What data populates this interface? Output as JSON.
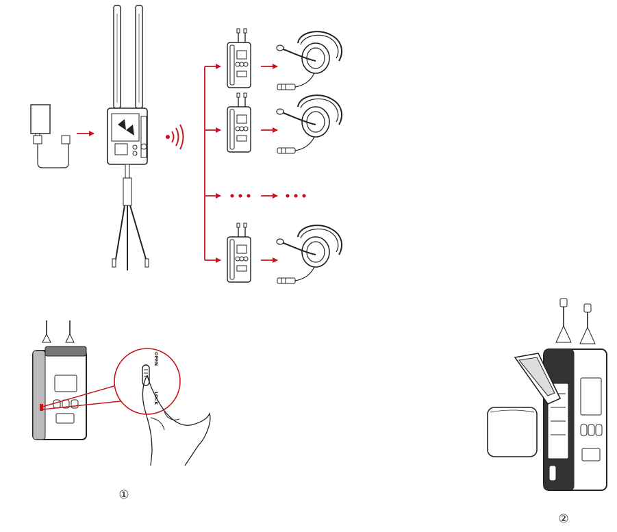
{
  "diagram": {
    "accent_color": "#c4161c",
    "line_color": "#222222",
    "lock_labels": {
      "open": "OPEN",
      "lock": "LOCK"
    },
    "step_markers": {
      "step1": "①",
      "step2": "②"
    },
    "icons": [
      "power-adapter-icon",
      "base-station-icon",
      "tripod-icon",
      "wireless-signal-icon",
      "beltpack-icon",
      "headset-icon",
      "hand-icon",
      "battery-icon"
    ]
  }
}
